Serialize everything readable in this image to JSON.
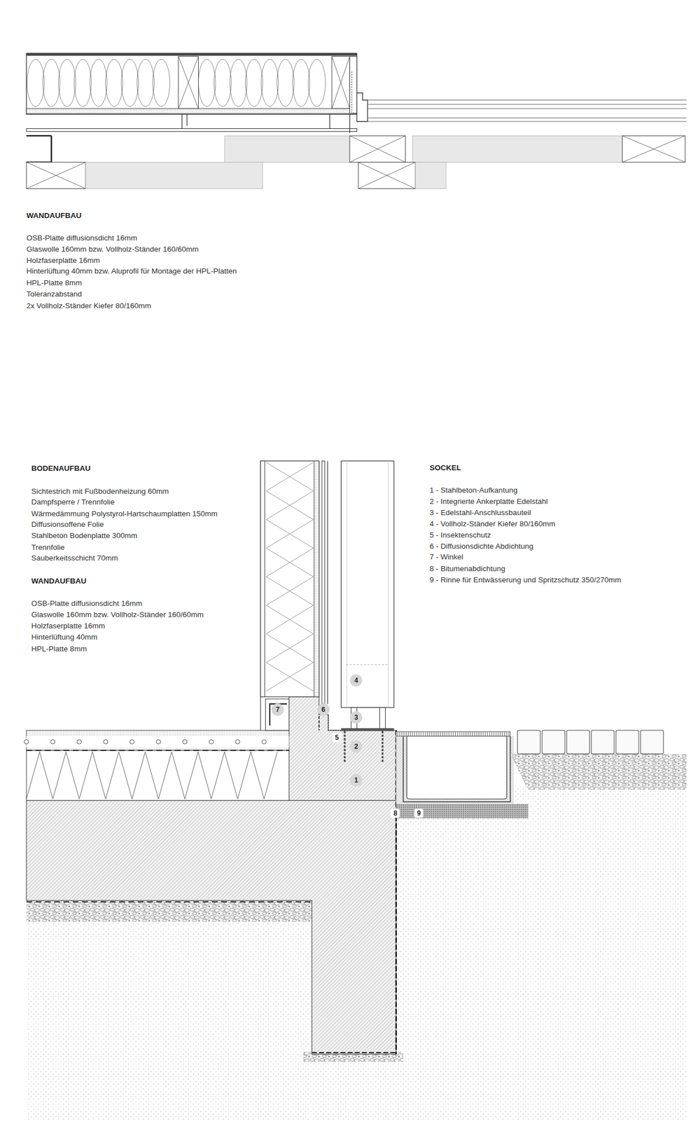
{
  "diagram": {
    "nodes": [
      {
        "text": [
          "4"
        ]
      },
      {
        "text": [
          "7"
        ]
      },
      {
        "text": [
          "6"
        ]
      },
      {
        "text": [
          "3"
        ]
      },
      {
        "text": [
          "2"
        ]
      },
      {
        "text": [
          "1"
        ]
      }
    ],
    "labels": [
      "WANDAUFBAU",
      "OSB-Platte diffusionsdicht 16mm",
      "Glaswolle 160mm bzw. Vollholz-Ständer 160/60mm",
      "Holzfaserplatte 16mm",
      "Hinterlüftung 40mm bzw. Aluprofil für Montage der HPL-Platten",
      "HPL-Platte 8mm",
      "Toleranzabstand",
      "2x Vollholz-Ständer Kiefer 80/160mm",
      "BODENAUFBAU",
      "Sichtestrich mit Fußbodenheizung 60mm",
      "Dampfsperre / Trennfolie",
      "Wärmedämmung Polystyrol-Hartschaumplatten 150mm",
      "Diffusionsoffene Folie",
      "Stahlbeton Bodenplatte 300mm",
      "Trennfolie",
      "Sauberkeitsschicht 70mm",
      "WANDAUFBAU",
      "OSB-Platte diffusionsdicht 16mm",
      "Glaswolle 160mm bzw. Vollholz-Ständer 160/60mm",
      "Holzfaserplatte 16mm",
      "Hinterlüftung 40mm",
      "HPL-Platte 8mm",
      "SOCKEL",
      "1 - Stahlbeton-Aufkantung",
      "2 - Integrierte Ankerplatte Edelstahl",
      "3 - Edelstahl-Anschlussbauteil",
      "4 - Vollholz-Ständer Kiefer 80/160mm",
      "5 - Insektenschutz",
      "6 - Diffusionsdichte Abdichtung",
      "7 - Winkel",
      "8 - Bitumenabdichtung",
      "9 - Rinne für Entwässerung und Spritzschutz 350/270mm",
      "5",
      "8",
      "9"
    ]
  }
}
